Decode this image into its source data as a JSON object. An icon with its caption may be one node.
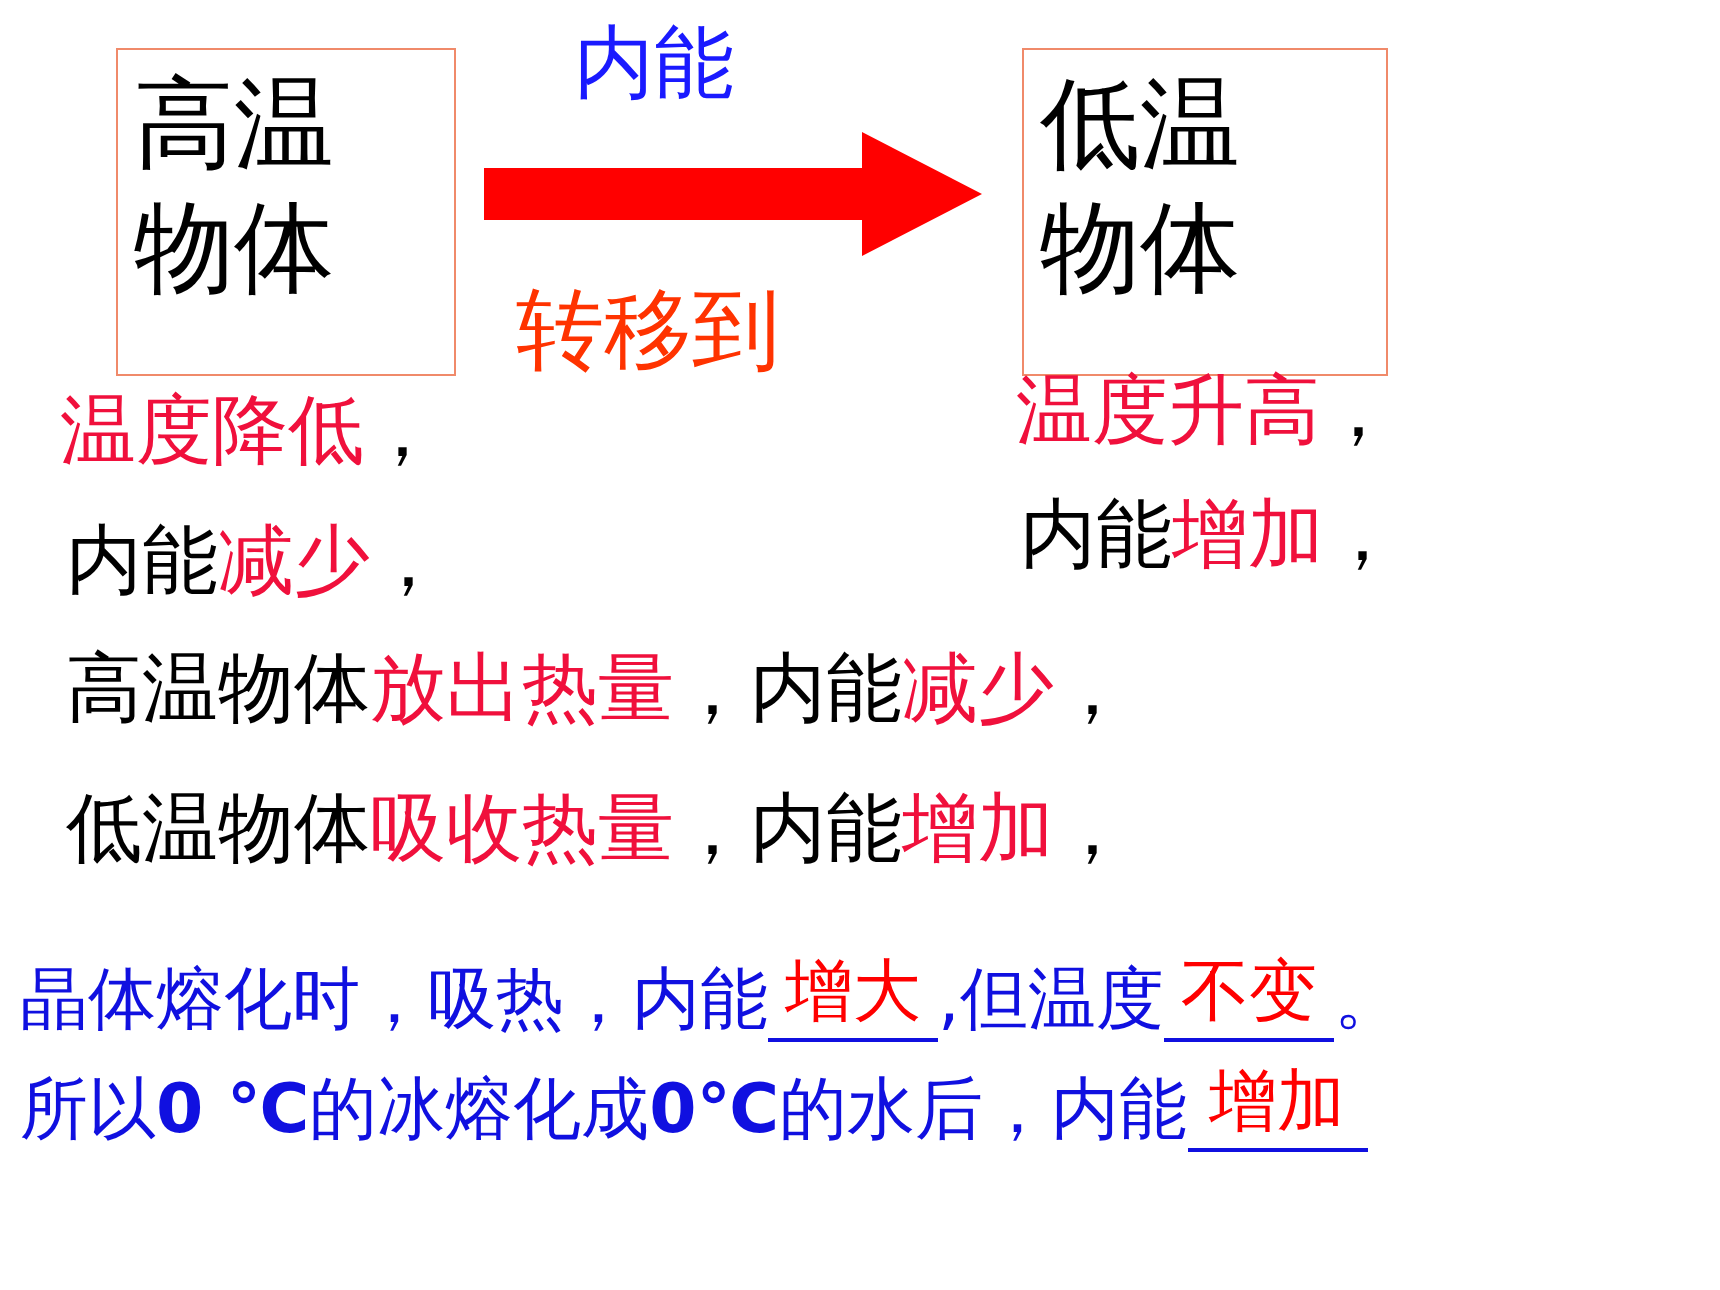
{
  "diagram": {
    "nodes": [
      {
        "text": [
          "高温物体"
        ]
      },
      {
        "text": [
          "低温物体"
        ]
      }
    ],
    "edges": [
      {
        "from": 0,
        "to": 1,
        "arrow": "to",
        "label": "内能"
      }
    ],
    "labels": [
      "转移到",
      "温度升高",
      "，",
      "温度降低",
      "，",
      "内能",
      "增加",
      "，",
      "内能",
      "减少",
      "，",
      "高温物体",
      "放出热量",
      "，内能",
      "减少",
      "，",
      "低温物体",
      "吸收热量",
      "，内能",
      "增加",
      "，",
      "晶体熔化时，吸热，内能",
      "增大",
      ",但温度",
      "不变",
      "。",
      "所以**0 ℃**的冰熔化成**0℃**的水后，内能",
      "增加"
    ]
  }
}
